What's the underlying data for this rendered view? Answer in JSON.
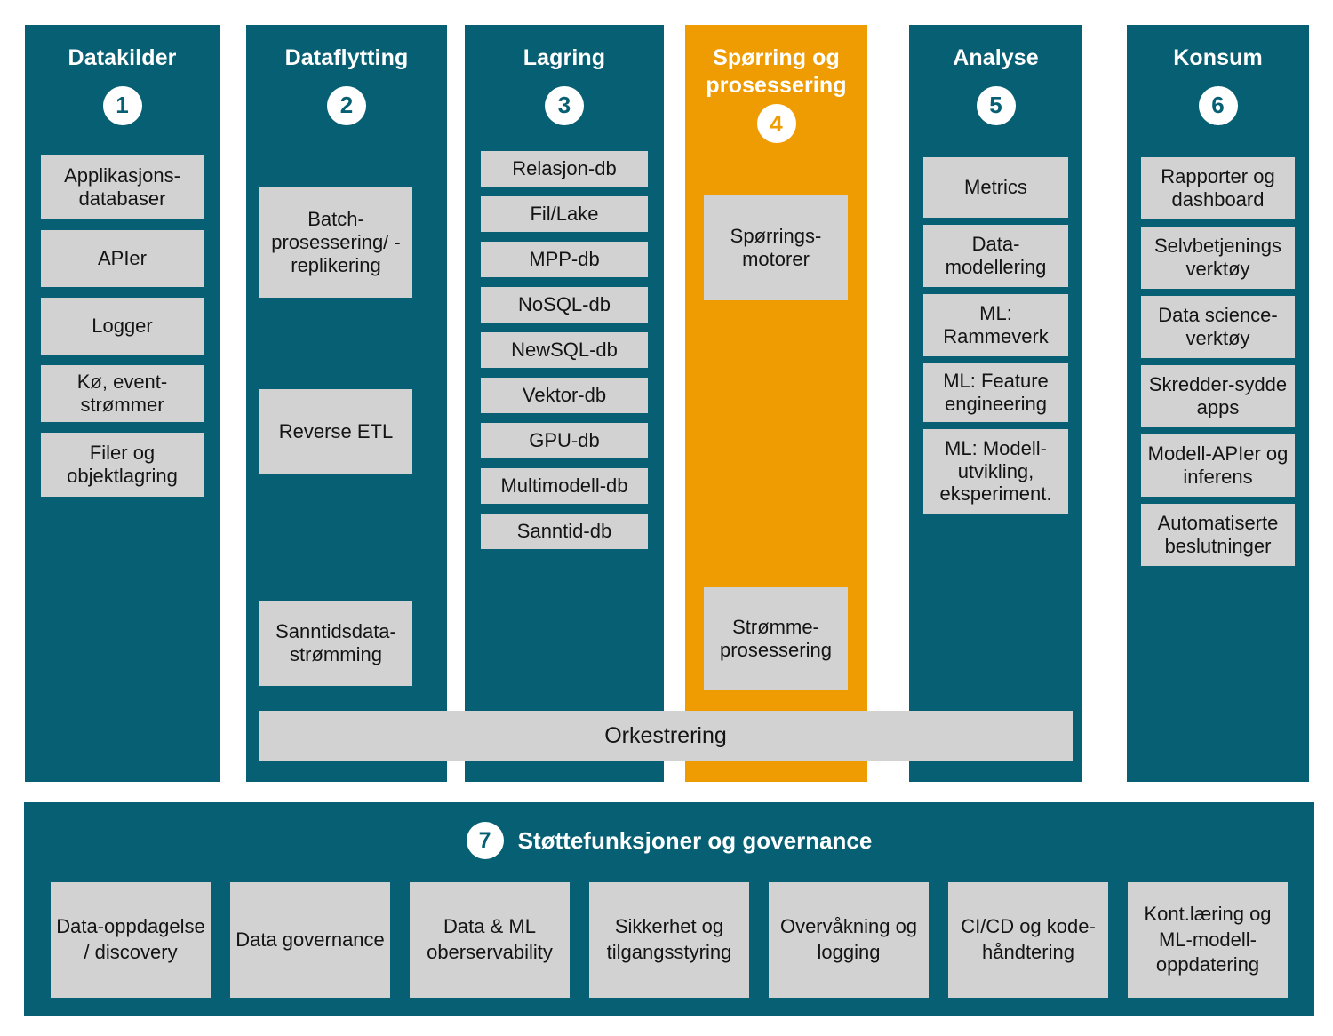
{
  "theme": {
    "teal": "#065f72",
    "orange": "#ef9b02",
    "chip_gray": "#d2d2d2",
    "white": "#ffffff",
    "text_dark": "#141414"
  },
  "columns": [
    {
      "number": "1",
      "title": "Datakilder",
      "accent": "teal",
      "items": [
        "Applikasjons-databaser",
        "APIer",
        "Logger",
        "Kø, event-strømmer",
        "Filer og objektlagring"
      ]
    },
    {
      "number": "2",
      "title": "Dataflytting",
      "accent": "teal",
      "items": [
        "Batch-prosessering/ -replikering",
        "Reverse ETL",
        "Sanntidsdata-strømming"
      ]
    },
    {
      "number": "3",
      "title": "Lagring",
      "accent": "teal",
      "items": [
        "Relasjon-db",
        "Fil/Lake",
        "MPP-db",
        "NoSQL-db",
        "NewSQL-db",
        "Vektor-db",
        "GPU-db",
        "Multimodell-db",
        "Sanntid-db"
      ]
    },
    {
      "number": "4",
      "title": "Spørring og prosessering",
      "accent": "orange",
      "items": [
        "Spørrings-motorer",
        "Strømme-prosessering"
      ]
    },
    {
      "number": "5",
      "title": "Analyse",
      "accent": "teal",
      "items": [
        "Metrics",
        "Data-modellering",
        "ML: Rammeverk",
        "ML: Feature engineering",
        "ML: Modell-utvikling, eksperiment."
      ]
    },
    {
      "number": "6",
      "title": "Konsum",
      "accent": "teal",
      "items": [
        "Rapporter og dashboard",
        "Selvbetjenings verktøy",
        "Data science-verktøy",
        "Skredder-sydde apps",
        "Modell-APIer og inferens",
        "Automatiserte beslutninger"
      ]
    }
  ],
  "orchestration": {
    "label": "Orkestrering"
  },
  "governance": {
    "number": "7",
    "title": "Støttefunksjoner og governance",
    "items": [
      "Data-oppdagelse / discovery",
      "Data governance",
      "Data & ML oberservability",
      "Sikkerhet og tilgangsstyring",
      "Overvåkning og logging",
      "CI/CD og kode-håndtering",
      "Kont.læring og ML-modell-oppdatering"
    ]
  }
}
